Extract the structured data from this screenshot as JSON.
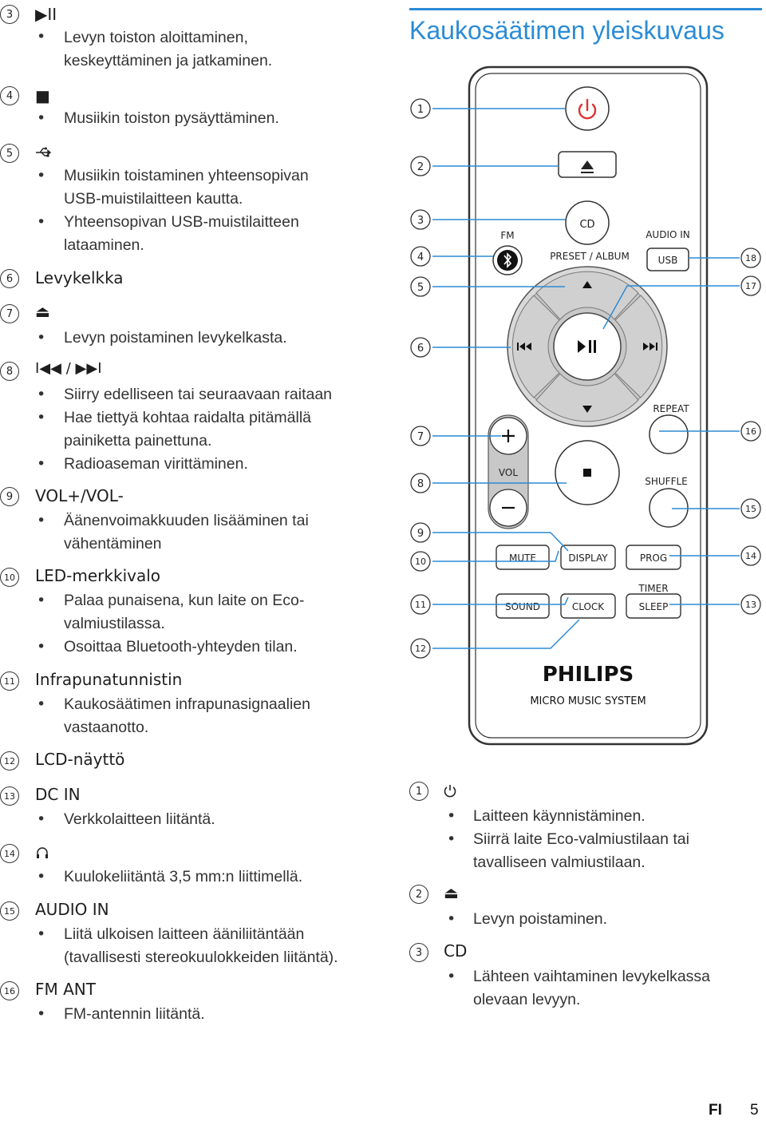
{
  "left_items": [
    {
      "num": "3",
      "label": "▶II",
      "bullets": [
        "Levyn toiston aloittaminen,",
        "keskeyttäminen ja jatkaminen."
      ]
    },
    {
      "num": "4",
      "label": "■",
      "bullets": [
        "Musiikin toiston pysäyttäminen."
      ]
    },
    {
      "num": "5",
      "label": "usb-icon",
      "bullets": [
        "Musiikin toistaminen yhteensopivan",
        "USB-muistilaitteen kautta.",
        "Yhteensopivan USB-muistilaitteen",
        "lataaminen."
      ]
    },
    {
      "num": "6",
      "label": "Levykelkka",
      "bullets": []
    },
    {
      "num": "7",
      "label": "⏏",
      "bullets": [
        "Levyn poistaminen levykelkasta."
      ]
    },
    {
      "num": "8",
      "label": "I◀◀ / ▶▶I",
      "bullets": [
        "Siirry edelliseen tai seuraavaan raitaan",
        "Hae tiettyä kohtaa raidalta pitämällä",
        "painiketta painettuna.",
        "Radioaseman virittäminen."
      ]
    },
    {
      "num": "9",
      "label": "VOL+/VOL-",
      "bullets": [
        "Äänenvoimakkuuden lisääminen tai",
        "vähentäminen"
      ]
    },
    {
      "num": "10",
      "label": "LED-merkkivalo",
      "bullets": [
        "Palaa punaisena, kun laite on Eco-",
        "valmiustilassa.",
        "Osoittaa Bluetooth-yhteyden tilan."
      ]
    },
    {
      "num": "11",
      "label": "Infrapunatunnistin",
      "bullets": [
        "Kaukosäätimen infrapunasignaalien",
        "vastaanotto."
      ]
    },
    {
      "num": "12",
      "label": "LCD-näyttö",
      "bullets": []
    },
    {
      "num": "13",
      "label": "DC IN",
      "bullets": [
        "Verkkolaitteen liitäntä."
      ]
    },
    {
      "num": "14",
      "label": "headphone-icon",
      "bullets": [
        "Kuulokeliitäntä 3,5 mm:n liittimellä."
      ]
    },
    {
      "num": "15",
      "label": "AUDIO IN",
      "bullets": [
        "Liitä ulkoisen laitteen ääniliitäntään",
        "(tavallisesti stereokuulokkeiden liitäntä)."
      ]
    },
    {
      "num": "16",
      "label": "FM ANT",
      "bullets": [
        "FM-antennin liitäntä."
      ]
    }
  ],
  "right_title": "Kaukosäätimen yleiskuvaus",
  "remote": {
    "labels": {
      "cd": "CD",
      "fm": "FM",
      "audio_in": "AUDIO IN",
      "preset_album": "PRESET / ALBUM",
      "usb": "USB",
      "repeat": "REPEAT",
      "vol": "VOL",
      "shuffle": "SHUFFLE",
      "mute": "MUTE",
      "display": "DISPLAY",
      "prog": "PROG",
      "timer": "TIMER",
      "sound": "SOUND",
      "clock": "CLOCK",
      "sleep": "SLEEP",
      "brand": "PHILIPS",
      "model": "MICRO MUSIC SYSTEM"
    },
    "callouts_left": [
      "1",
      "2",
      "3",
      "4",
      "5",
      "6",
      "7",
      "8",
      "9",
      "10",
      "11",
      "12"
    ],
    "callouts_right": [
      "18",
      "17",
      "16",
      "15",
      "14",
      "13"
    ]
  },
  "right_items": {
    "i1": {
      "num": "1",
      "label": "power-icon",
      "b1": "Laitteen käynnistäminen.",
      "b2a": "Siirrä laite Eco-valmiustilaan tai",
      "b2b": "tavalliseen valmiustilaan."
    },
    "i2": {
      "num": "2",
      "label": "⏏",
      "b1": "Levyn poistaminen."
    },
    "i3": {
      "num": "3",
      "label": "CD",
      "b1a": "Lähteen vaihtaminen levykelkassa",
      "b1b": "olevaan levyyn."
    }
  },
  "footer": {
    "lang": "FI",
    "page": "5"
  },
  "colors": {
    "accent": "#2b8bd6",
    "power_red": "#e0312f",
    "button_gray": "#c8c8c8"
  }
}
